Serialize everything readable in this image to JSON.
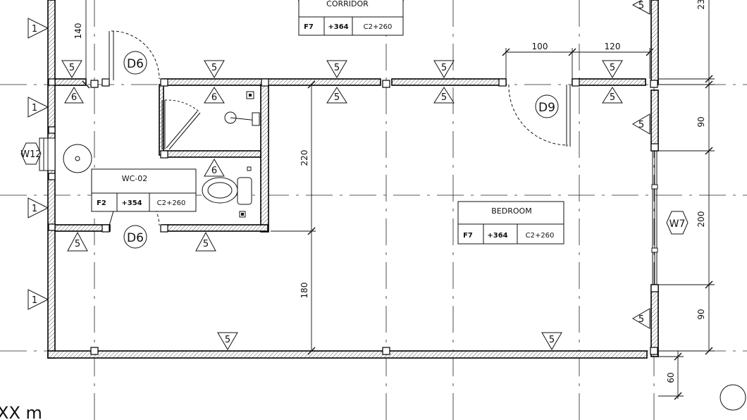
{
  "rooms": [
    {
      "id": "corridor",
      "name": "CORRIDOR",
      "floor": "F7",
      "level": "+364",
      "ceiling": "C2+260"
    },
    {
      "id": "wc",
      "name": "WC-02",
      "floor": "F2",
      "level": "+354",
      "ceiling": "C2+260"
    },
    {
      "id": "bedroom",
      "name": "BEDROOM",
      "floor": "F7",
      "level": "+364",
      "ceiling": "C2+260"
    }
  ],
  "doors": {
    "d6": "D6",
    "d9": "D9"
  },
  "windows": {
    "w12": "W12",
    "w7": "W7"
  },
  "wall_tags": {
    "t1": "1",
    "t5": "5",
    "t6": "6"
  },
  "dimensions": {
    "top_left": "140",
    "d100": "100",
    "d120": "120",
    "v220": "220",
    "v180": "180",
    "r90_top": "90",
    "r200": "200",
    "r90_bottom": "90",
    "r60": "60",
    "top_right_partial": "23"
  },
  "scale_caption": "XX  m"
}
